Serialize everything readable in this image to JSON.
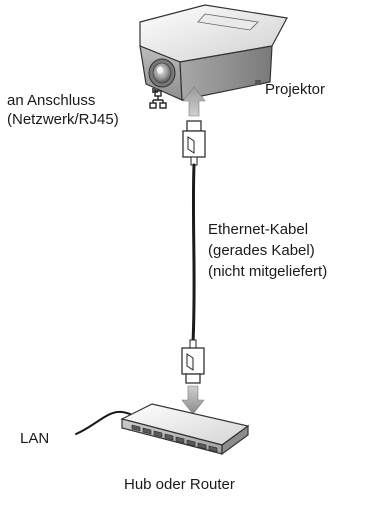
{
  "projector": {
    "label": "Projektor"
  },
  "port": {
    "label_line1": "an Anschluss",
    "label_line2": "(Netzwerk/RJ45)",
    "icon": "network-port-icon"
  },
  "cable": {
    "line1": "Ethernet-Kabel",
    "line2": "(gerades Kabel)",
    "line3": "(nicht mitgeliefert)"
  },
  "lan": {
    "label": "LAN"
  },
  "hub": {
    "label": "Hub oder Router"
  }
}
